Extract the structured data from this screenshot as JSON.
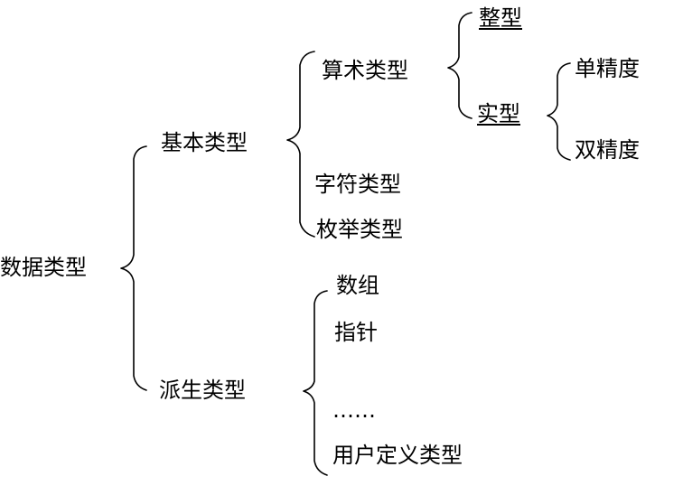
{
  "root": "数据类型",
  "basic": {
    "label": "基本类型",
    "arithmetic": {
      "label": "算术类型",
      "integer": "整型",
      "real": {
        "label": "实型",
        "single": "单精度",
        "double": "双精度"
      }
    },
    "char": "字符类型",
    "enum": "枚举类型"
  },
  "derived": {
    "label": "派生类型",
    "array": "数组",
    "pointer": "指针",
    "ellipsis": "……",
    "user_defined": "用户定义类型"
  }
}
